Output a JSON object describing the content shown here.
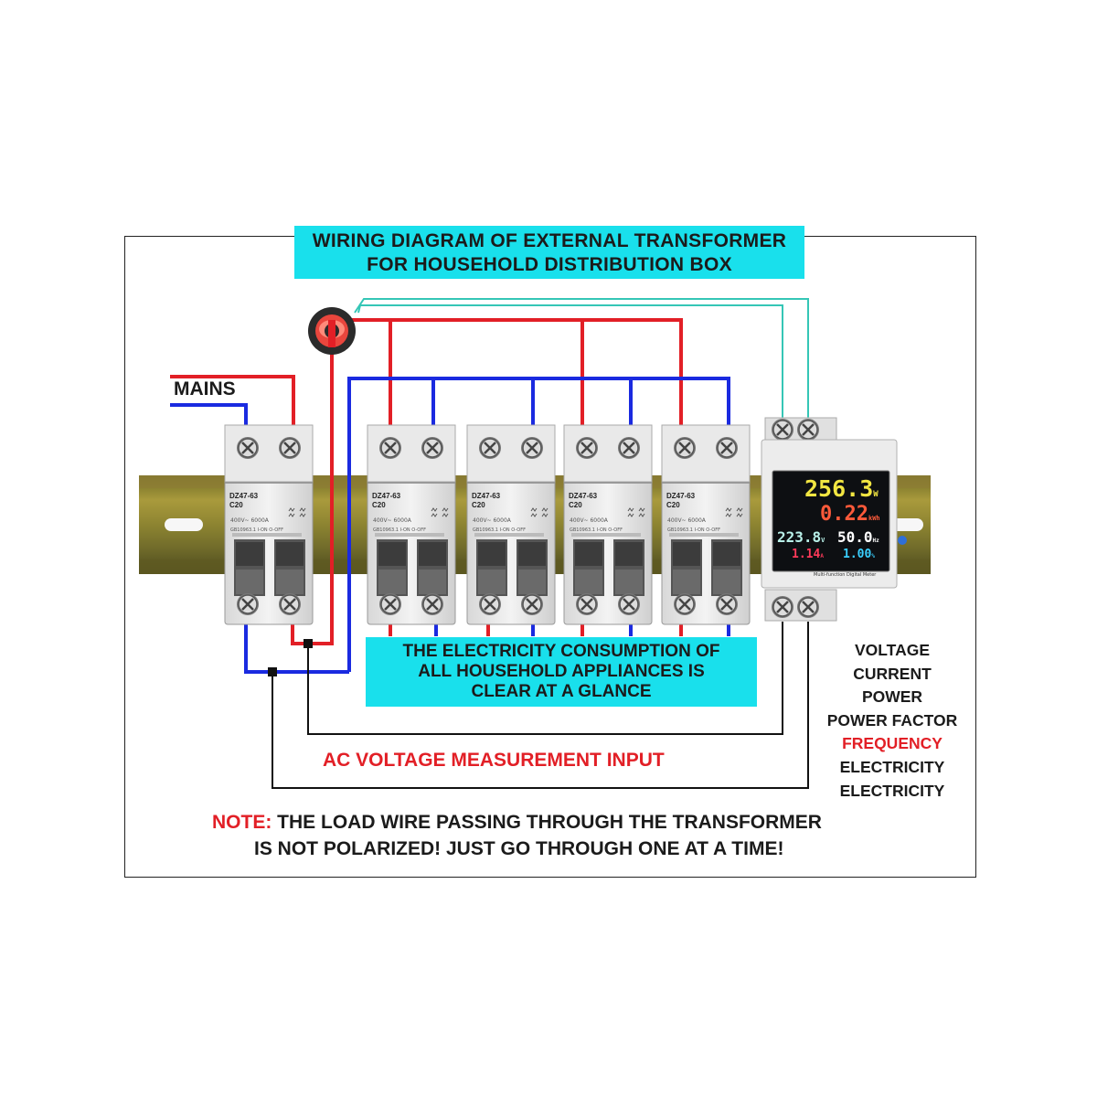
{
  "title": {
    "line1": "WIRING DIAGRAM OF EXTERNAL TRANSFORMER",
    "line2": "FOR HOUSEHOLD DISTRIBUTION BOX"
  },
  "mains_label": "MAINS",
  "breakers": [
    {
      "model": "DZ47-63",
      "rating": "C20"
    },
    {
      "model": "DZ47-63",
      "rating": "C20"
    },
    {
      "model": "DZ47-63",
      "rating": "C20"
    },
    {
      "model": "DZ47-63",
      "rating": "C20"
    },
    {
      "model": "DZ47-63",
      "rating": "C20"
    }
  ],
  "meter": {
    "power": "256.3",
    "power_unit": "W",
    "energy": "0.22",
    "energy_unit": "kWh",
    "voltage": "223.8",
    "voltage_unit": "V",
    "frequency": "50.0",
    "frequency_unit": "Hz",
    "current": "1.14",
    "current_unit": "A",
    "power_factor": "1.00",
    "power_factor_unit": "%",
    "caption": "Multi-function Digital Meter"
  },
  "info_banner": {
    "line1": "THE ELECTRICITY CONSUMPTION OF",
    "line2": "ALL HOUSEHOLD APPLIANCES IS",
    "line3": "CLEAR AT A GLANCE"
  },
  "features": [
    "VOLTAGE",
    "CURRENT",
    "POWER",
    "POWER FACTOR",
    "FREQUENCY",
    "ELECTRICITY",
    "ELECTRICITY"
  ],
  "ac_label": "AC VOLTAGE MEASUREMENT INPUT",
  "note": {
    "prefix": "NOTE:",
    "line1": "THE LOAD WIRE PASSING THROUGH THE TRANSFORMER",
    "line2": "IS NOT POLARIZED! JUST GO THROUGH ONE AT A TIME!"
  },
  "colors": {
    "live": "#e21f26",
    "neutral": "#1a2ae0",
    "sense": "#35c6b6",
    "banner": "#19e0ec",
    "meter_power": "#f2e642",
    "meter_energy": "#ff5a3a",
    "meter_voltage": "#b8f0e8",
    "meter_frequency": "#ffffff",
    "meter_current": "#ff3a5a",
    "meter_pf": "#3ad0ff"
  }
}
